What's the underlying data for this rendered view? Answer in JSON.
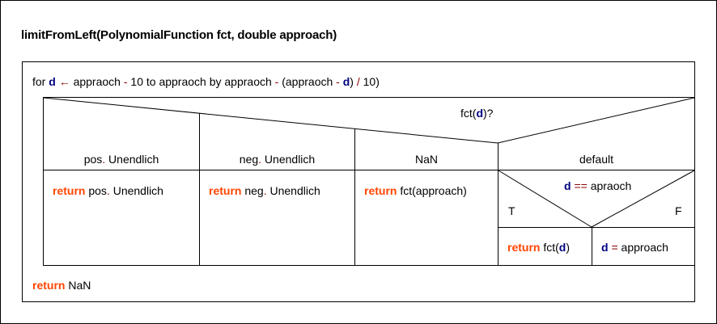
{
  "title": "limitFromLeft(PolynomialFunction fct, double approach)",
  "for_loop": {
    "keyword": "for",
    "var": "d",
    "arrow": "←",
    "start_expr": "appraoch",
    "minus1": "-",
    "start_const": "10 to appraoch by appraoch",
    "minus2": "-",
    "paren_open": "(appraoch",
    "minus3": "-",
    "var2": "d",
    "paren_close": ")",
    "slash": "/",
    "divisor": "10)"
  },
  "case": {
    "expr_prefix": "fct(",
    "expr_var": "d",
    "expr_suffix": ")?",
    "labels": [
      {
        "a": "pos",
        "dot": ".",
        "b": " Unendlich"
      },
      {
        "a": "neg",
        "dot": ".",
        "b": " Unendlich"
      },
      {
        "a": "NaN",
        "dot": "",
        "b": ""
      },
      {
        "a": "default",
        "dot": "",
        "b": ""
      }
    ],
    "bodies": [
      {
        "kw": "return",
        "a": " pos",
        "dot": ".",
        "b": " Unendlich"
      },
      {
        "kw": "return",
        "a": " neg",
        "dot": ".",
        "b": " Unendlich"
      },
      {
        "kw": "return",
        "a": " fct(approach)",
        "dot": "",
        "b": ""
      }
    ]
  },
  "if_block": {
    "cond_var": "d",
    "cond_op": " ==",
    "cond_rest": " apraoch",
    "true_label": "T",
    "false_label": "F",
    "true_kw": "return",
    "true_pre": " fct(",
    "true_var": "d",
    "true_post": ")",
    "false_var": "d",
    "false_op": " =",
    "false_rest": " approach"
  },
  "final": {
    "kw": "return",
    "text": " NaN"
  },
  "colors": {
    "keyword": "#ff4500",
    "variable": "#000080",
    "operator": "#8b0000"
  }
}
